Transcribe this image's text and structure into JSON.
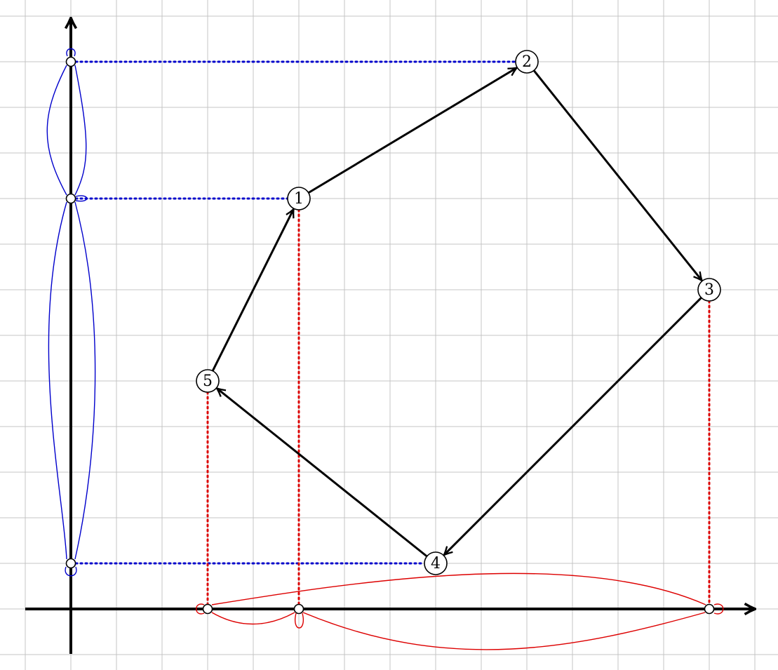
{
  "diagram": {
    "grid": true,
    "colors": {
      "grid": "#c4c4c4",
      "axis": "#000000",
      "path": "#000000",
      "y_projection": "#0000cc",
      "x_projection": "#dd0000"
    },
    "cycle_order": [
      "1",
      "2",
      "3",
      "4",
      "5"
    ],
    "nodes": [
      {
        "id": "node-1",
        "label": "1",
        "x": 5,
        "y": 9
      },
      {
        "id": "node-2",
        "label": "2",
        "x": 10,
        "y": 12
      },
      {
        "id": "node-3",
        "label": "3",
        "x": 14,
        "y": 7
      },
      {
        "id": "node-4",
        "label": "4",
        "x": 8,
        "y": 1
      },
      {
        "id": "node-5",
        "label": "5",
        "x": 3,
        "y": 5
      }
    ],
    "x_projection_points": [
      3,
      5,
      14
    ],
    "y_projection_points": [
      1,
      9,
      12
    ]
  }
}
